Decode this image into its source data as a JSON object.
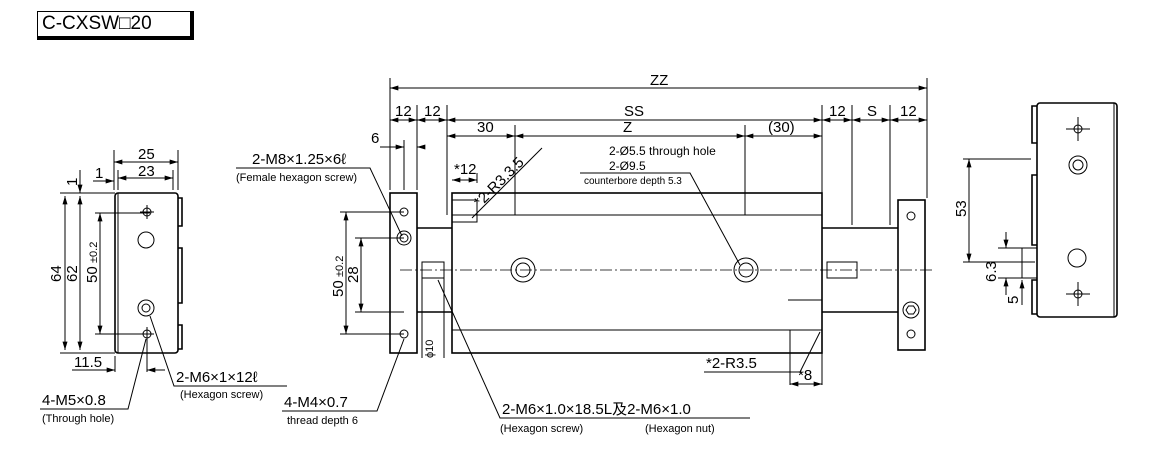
{
  "title": "C-CXSW□20",
  "left_view": {
    "dims": {
      "w25": "25",
      "w23": "23",
      "d1a": "1",
      "d1b": "1",
      "h64": "64",
      "h62": "62",
      "h50": "50",
      "tol": "±0.2",
      "d11_5": "11.5"
    },
    "callouts": {
      "m5": "4-M5×0.8",
      "m5_note": "(Through hole)",
      "m6": "2-M6×1×12ℓ",
      "m6_note": "(Hexagon screw)"
    }
  },
  "front_view": {
    "dims": {
      "zz": "ZZ",
      "ss": "SS",
      "z": "Z",
      "s": "S",
      "d12a": "12",
      "d12b": "12",
      "d12c": "12",
      "d12d": "12",
      "d30": "30",
      "d30p": "(30)",
      "d6": "6",
      "star12": "*12",
      "star8": "*8",
      "h50": "50",
      "tol": "±0.2",
      "h28": "28",
      "phi10": "ϕ10"
    },
    "callouts": {
      "m8": "2-M8×1.25×6ℓ",
      "m8_note": "(Female hexagon screw)",
      "r33": "*2-R3.3.5",
      "hole1": "2-Ø5.5 through hole",
      "hole2": "2-Ø9.5",
      "hole3": "counterbore depth 5.3",
      "r35": "*2-R3.5",
      "m4": "4-M4×0.7",
      "m4_note": "thread depth 6",
      "m6": "2-M6×1.0×18.5L及2-M6×1.0",
      "m6_note1": "(Hexagon screw)",
      "m6_note2": "(Hexagon nut)"
    }
  },
  "right_view": {
    "dims": {
      "h53": "53",
      "h6_3": "6.3",
      "d5": "5"
    }
  }
}
